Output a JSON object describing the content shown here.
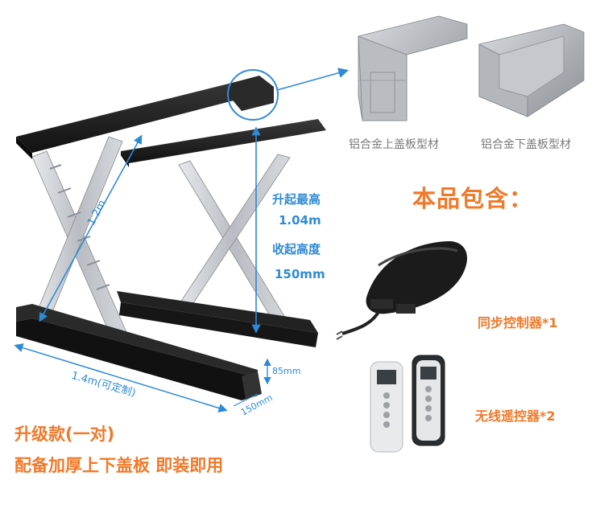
{
  "colors": {
    "accent_orange": "#f0792a",
    "dimension_blue": "#2f8ad6",
    "rail_black": "#1e1e1e",
    "arm_silver": "#c9cdd2",
    "caption_gray": "#7a7a7a"
  },
  "profiles": {
    "upper_caption": "铝合金上盖板型材",
    "lower_caption": "铝合金下盖板型材"
  },
  "dimensions": {
    "diagonal_length": "1.2m",
    "max_height_label": "升起最高",
    "max_height_value": "1.04m",
    "min_height_label": "收起高度",
    "min_height_value": "150mm",
    "rail_length": "1.4m(可定制)",
    "rail_height": "85mm",
    "rail_width": "150mm"
  },
  "contents": {
    "title": "本品包含：",
    "items": [
      {
        "label": "同步控制器*1",
        "icon": "controller-box-icon"
      },
      {
        "label": "无线遥控器*2",
        "icon": "remote-control-icon"
      }
    ]
  },
  "promo": {
    "line1": "升级款(一对)",
    "line2": "配备加厚上下盖板 即装即用"
  }
}
